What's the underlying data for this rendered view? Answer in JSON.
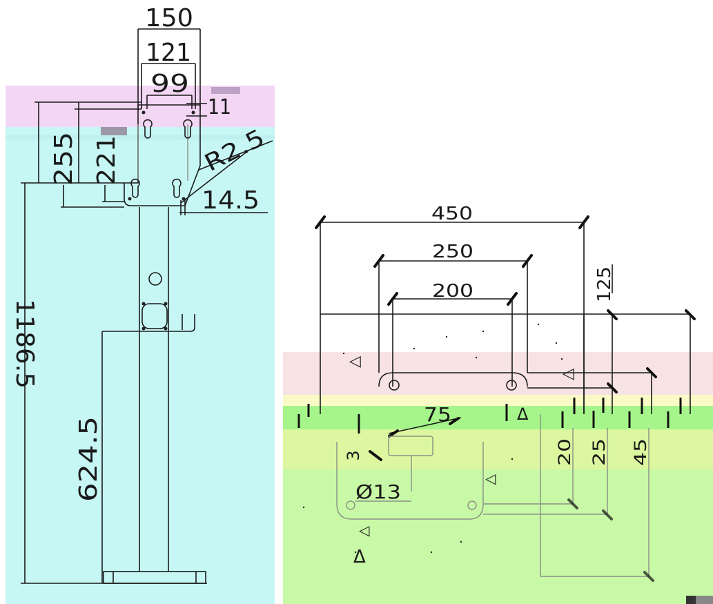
{
  "stand": {
    "dims": {
      "top_width": "150",
      "mid_width": "121",
      "inner_width": "99",
      "slot_height": "11",
      "height_a": "255",
      "height_b": "221",
      "radius": "R2.5",
      "offset": "14.5",
      "total_height": "1186.5",
      "hook_height": "624.5"
    },
    "colors": {
      "band_top": "#f3d6f3",
      "band_main": "#c6f7f4"
    }
  },
  "base": {
    "dims": {
      "width_outer": "450",
      "width_mid": "250",
      "width_inner": "200",
      "right_depth": "125",
      "hole_spacing": "75",
      "corner": "3",
      "depth_1": "20",
      "depth_2": "25",
      "depth_3": "45",
      "hole_dia": "Ø13"
    },
    "colors": {
      "band_pink": "#f7e3e4",
      "band_yellow": "#fafac6",
      "band_green": "#a5f58a",
      "band_lime": "#dcf79f",
      "band_light": "#c8f9a6"
    }
  }
}
